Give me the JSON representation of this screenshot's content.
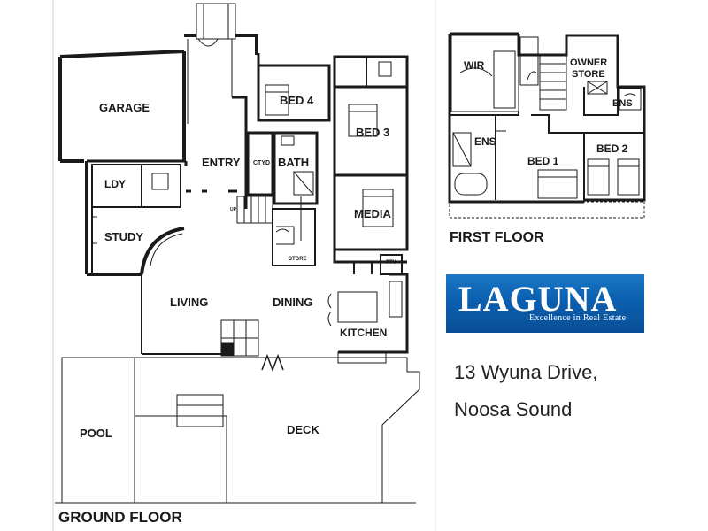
{
  "ground_floor": {
    "title": "GROUND FLOOR",
    "rooms": {
      "garage": "GARAGE",
      "entry": "ENTRY",
      "bed4": "BED 4",
      "bed3": "BED 3",
      "bath": "BATH",
      "ctyd": "CTYD",
      "ldy": "LDY",
      "study": "STUDY",
      "media": "MEDIA",
      "store": "STORE",
      "pty": "PTY",
      "up": "UP",
      "living": "LIVING",
      "dining": "DINING",
      "kitchen": "KITCHEN",
      "pool": "POOL",
      "deck": "DECK"
    }
  },
  "first_floor": {
    "title": "FIRST FLOOR",
    "rooms": {
      "wir": "WIR",
      "owner_store_1": "OWNER",
      "owner_store_2": "STORE",
      "ens_right": "ENS",
      "ens_left": "ENS",
      "bed1": "BED 1",
      "bed2": "BED 2"
    }
  },
  "logo": {
    "wordmark": "LAGUNA",
    "tagline": "Excellence in Real Estate"
  },
  "address": {
    "line1": "13 Wyuna Drive,",
    "line2": "Noosa Sound"
  },
  "colors": {
    "wall": "#1a1a1a",
    "logo_blue": "#0b5fae",
    "text": "#222222"
  }
}
